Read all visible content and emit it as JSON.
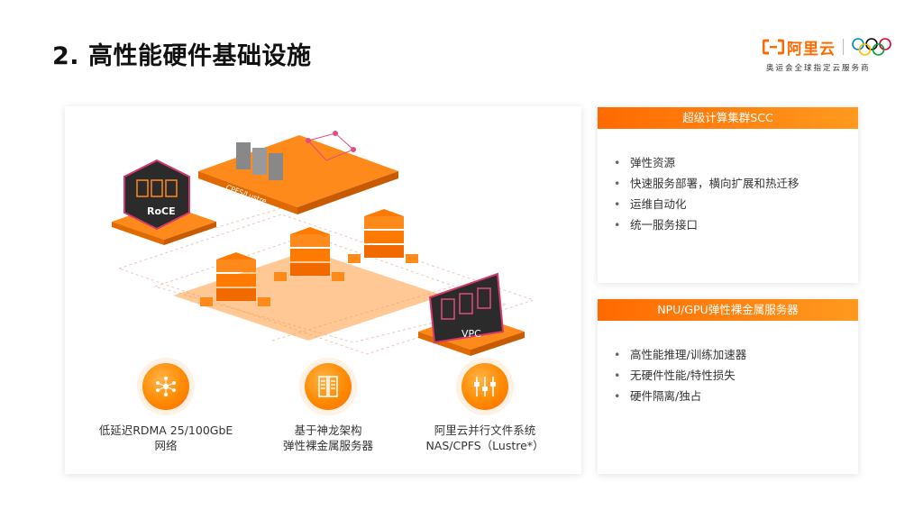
{
  "page": {
    "title": "2. 高性能硬件基础设施"
  },
  "brand": {
    "name": "阿里云",
    "slogan": "奥运会全球指定云服务商",
    "logo_icon": "aliyun-logo-icon",
    "rings_icon": "olympic-rings-icon",
    "accent": "#ff6a00"
  },
  "illustration": {
    "roce_label": "RoCE",
    "cpfs_label": "CPFS/Lustre",
    "vpc_label": "VPC"
  },
  "features": [
    {
      "icon": "network-nodes-icon",
      "line1": "低延迟RDMA 25/100GbE",
      "line2": "网络"
    },
    {
      "icon": "server-rack-icon",
      "line1": "基于神龙架构",
      "line2": "弹性裸金属服务器"
    },
    {
      "icon": "file-system-icon",
      "line1": "阿里云并行文件系统",
      "line2": "NAS/CPFS（Lustre*）"
    }
  ],
  "panels": [
    {
      "title": "超级计算集群SCC",
      "items": [
        "弹性资源",
        "快速服务部署，横向扩展和热迁移",
        "运维自动化",
        "统一服务接口"
      ]
    },
    {
      "title": "NPU/GPU弹性裸金属服务器",
      "items": [
        "高性能推理/训练加速器",
        "无硬件性能/特性损失",
        "硬件隔离/独占"
      ]
    }
  ]
}
